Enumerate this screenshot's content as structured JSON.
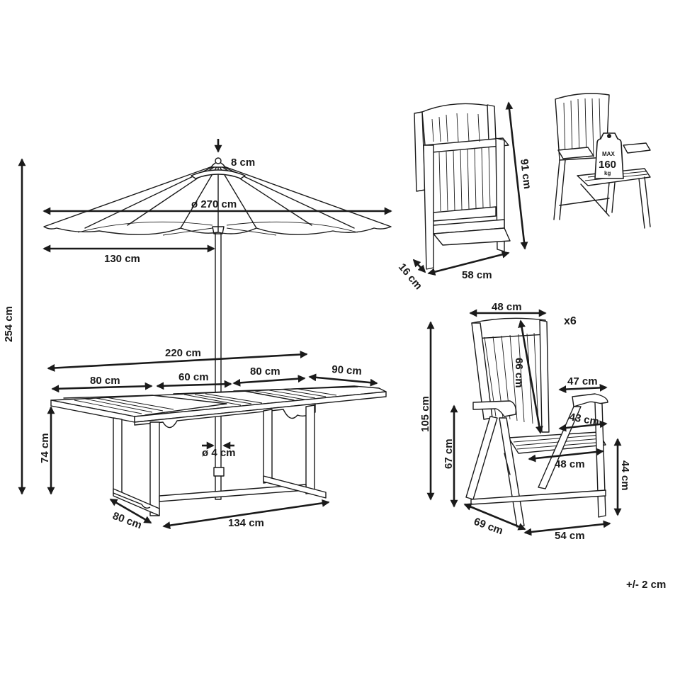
{
  "colors": {
    "ink": "#1a1a1a",
    "background": "#ffffff"
  },
  "umbrella": {
    "top_height": "8 cm",
    "diameter": "ø 270 cm",
    "radius": "130 cm",
    "total_height": "254 cm",
    "pole_diameter": "ø 4 cm"
  },
  "table": {
    "total_length": "220 cm",
    "section_left": "80 cm",
    "section_middle": "60 cm",
    "section_right": "80 cm",
    "width": "90 cm",
    "height": "74 cm",
    "base_width": "80 cm",
    "base_length": "134 cm"
  },
  "folded_chair": {
    "height": "91 cm",
    "depth": "16 cm",
    "length": "58 cm"
  },
  "chair_badge": {
    "max_label": "MAX",
    "load": "160",
    "unit": "kg"
  },
  "chair": {
    "quantity": "x6",
    "back_width": "48 cm",
    "back_height": "66 cm",
    "total_height": "105 cm",
    "armrest_height": "67 cm",
    "armrest_length": "47 cm",
    "seat_depth": "43 cm",
    "seat_width": "48 cm",
    "seat_height": "44 cm",
    "depth": "69 cm",
    "width": "54 cm"
  },
  "tolerance": "+/- 2 cm"
}
